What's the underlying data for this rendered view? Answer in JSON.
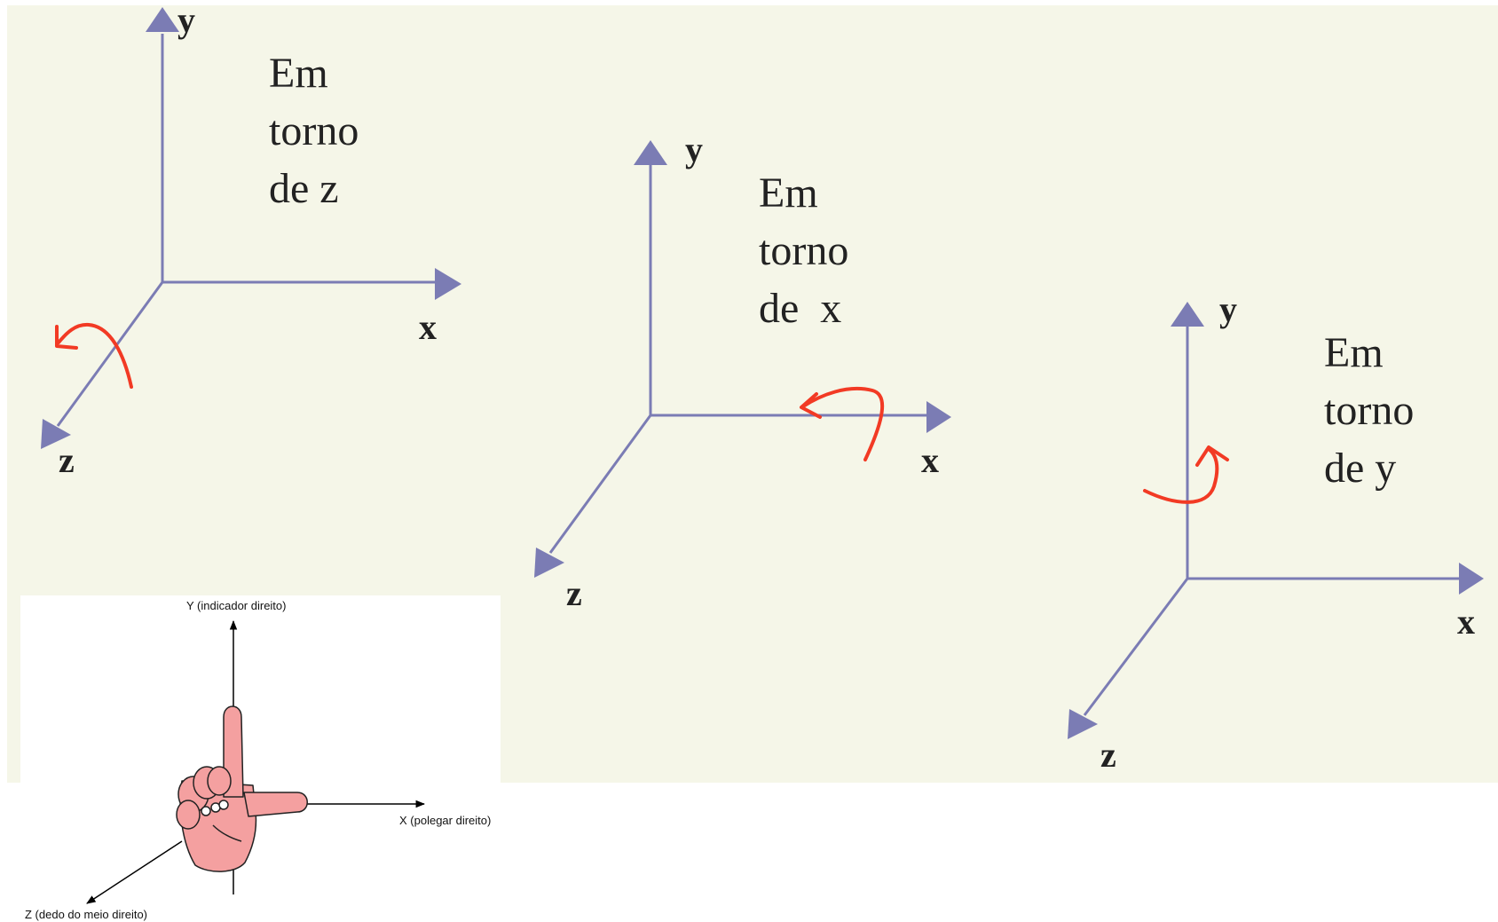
{
  "colors": {
    "panel_bg": "#f5f6e8",
    "axis": "#7b7cb4",
    "rotation_arrow": "#f23a24",
    "hand_fill": "#f4a0a0",
    "hand_panel_bg": "#ffffff"
  },
  "frames": [
    {
      "caption": [
        "Em",
        "torno",
        "de z"
      ],
      "axes": {
        "x": "x",
        "y": "y",
        "z": "z"
      },
      "rotation_axis": "z"
    },
    {
      "caption": [
        "Em",
        "torno",
        "de  x"
      ],
      "axes": {
        "x": "x",
        "y": "y",
        "z": "z"
      },
      "rotation_axis": "x"
    },
    {
      "caption": [
        "Em",
        "torno",
        "de y"
      ],
      "axes": {
        "x": "x",
        "y": "y",
        "z": "z"
      },
      "rotation_axis": "y"
    }
  ],
  "hand_diagram": {
    "y_label": "Y (indicador direito)",
    "x_label": "X (polegar direito)",
    "z_label": "Z (dedo do meio direito)"
  }
}
